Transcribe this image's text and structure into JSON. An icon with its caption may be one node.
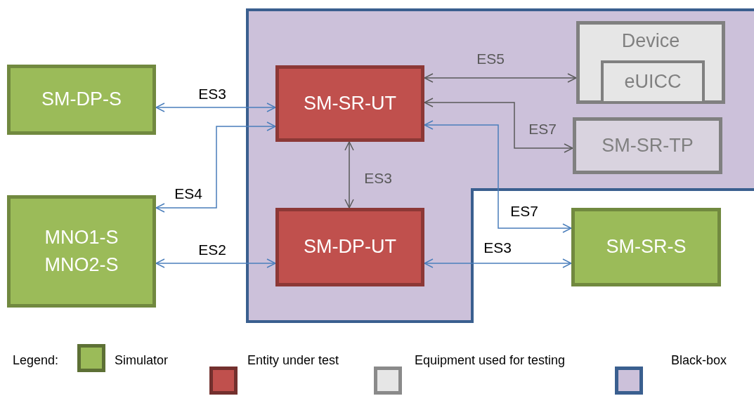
{
  "diagram": {
    "nodes": [
      {
        "text": [],
        "shape": "box"
      },
      {
        "text": [
          "SM-DP-S"
        ]
      },
      {
        "text": [
          "SM-SR-UT"
        ],
        "in": 0
      },
      {
        "text": [
          "Device"
        ],
        "in": 0
      },
      {
        "text": [
          "eUICC"
        ],
        "in": 3
      },
      {
        "text": [
          "SM-SR-TP"
        ],
        "in": 0
      },
      {
        "text": [
          "MNO1-S",
          "MNO2-S"
        ]
      },
      {
        "text": [
          "SM-DP-UT"
        ],
        "in": 0
      },
      {
        "text": [
          "SM-SR-S"
        ]
      }
    ],
    "edges": [
      {
        "from": 1,
        "to": 2,
        "arrow": "both",
        "label": "ES3"
      },
      {
        "from": 2,
        "to": 6,
        "arrow": "both",
        "label": "ES4"
      },
      {
        "from": 2,
        "to": 3,
        "arrow": "both",
        "label": "ES5",
        "color": "#595959"
      },
      {
        "from": 2,
        "to": 5,
        "arrow": "both",
        "label": "ES7",
        "color": "#595959"
      },
      {
        "from": 2,
        "to": 7,
        "arrow": "both",
        "label": "ES3",
        "color": "#595959"
      },
      {
        "from": 6,
        "to": 7,
        "arrow": "both",
        "label": "ES2"
      },
      {
        "from": 2,
        "to": 8,
        "arrow": "both",
        "label": "ES7"
      },
      {
        "from": 7,
        "to": 8,
        "arrow": "both",
        "label": "ES3"
      }
    ],
    "labels": [
      "Legend:"
    ],
    "legend": [
      {
        "text": "Simulator",
        "color": "#9bbb59"
      },
      {
        "text": "Entity under test",
        "color": "#c0504d"
      },
      {
        "text": "Equipment used for testing",
        "color": "#e6e6e6"
      },
      {
        "text": "Black-box",
        "color": "#ccc1da"
      }
    ]
  }
}
